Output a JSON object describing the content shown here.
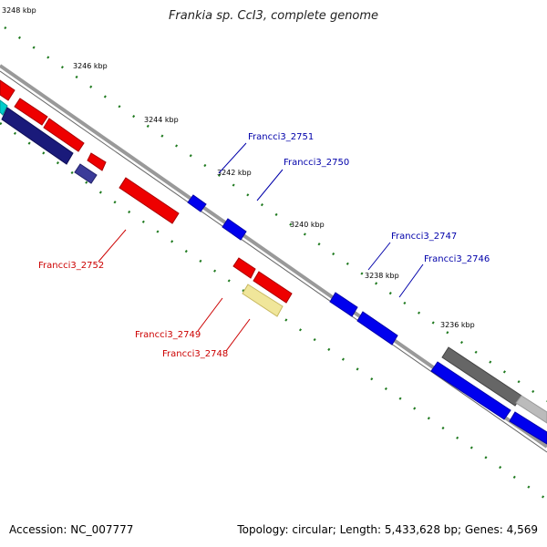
{
  "title": "Frankia sp. CcI3, complete genome",
  "accession_text": "Accession: NC_007777",
  "summary_text": "Topology: circular; Length: 5,433,628 bp; Genes: 4,569",
  "colors": {
    "forward": "#ff0000",
    "reverse": "#0000ff",
    "backbone": "#888888",
    "ticks": "#1f7a1f",
    "label_forward": "#cc0000",
    "label_reverse": "#0000aa"
  },
  "kbp_labels": [
    "3248 kbp",
    "3246 kbp",
    "3244 kbp",
    "3242 kbp",
    "3240 kbp",
    "3238 kbp",
    "3236 kbp"
  ],
  "gene_labels": [
    {
      "text": "Francci3_2751",
      "strand": "reverse"
    },
    {
      "text": "Francci3_2750",
      "strand": "reverse"
    },
    {
      "text": "Francci3_2747",
      "strand": "reverse"
    },
    {
      "text": "Francci3_2746",
      "strand": "reverse"
    },
    {
      "text": "Francci3_2752",
      "strand": "forward"
    },
    {
      "text": "Francci3_2749",
      "strand": "forward"
    },
    {
      "text": "Francci3_2748",
      "strand": "forward"
    }
  ]
}
